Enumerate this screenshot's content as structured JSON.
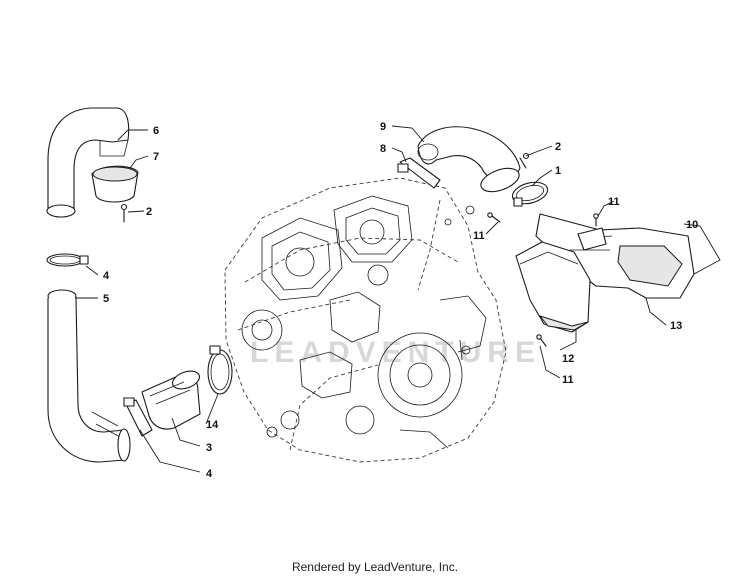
{
  "diagram": {
    "callouts": {
      "c1": "1",
      "c2a": "2",
      "c2b": "2",
      "c3": "3",
      "c4a": "4",
      "c4b": "4",
      "c5": "5",
      "c6": "6",
      "c7": "7",
      "c8": "8",
      "c9": "9",
      "c10": "10",
      "c11a": "11",
      "c11b": "11",
      "c11c": "11",
      "c12": "12",
      "c13": "13",
      "c14": "14"
    },
    "watermark": "LEADVENTURE"
  },
  "footer": {
    "credit": "Rendered by LeadVenture, Inc."
  }
}
